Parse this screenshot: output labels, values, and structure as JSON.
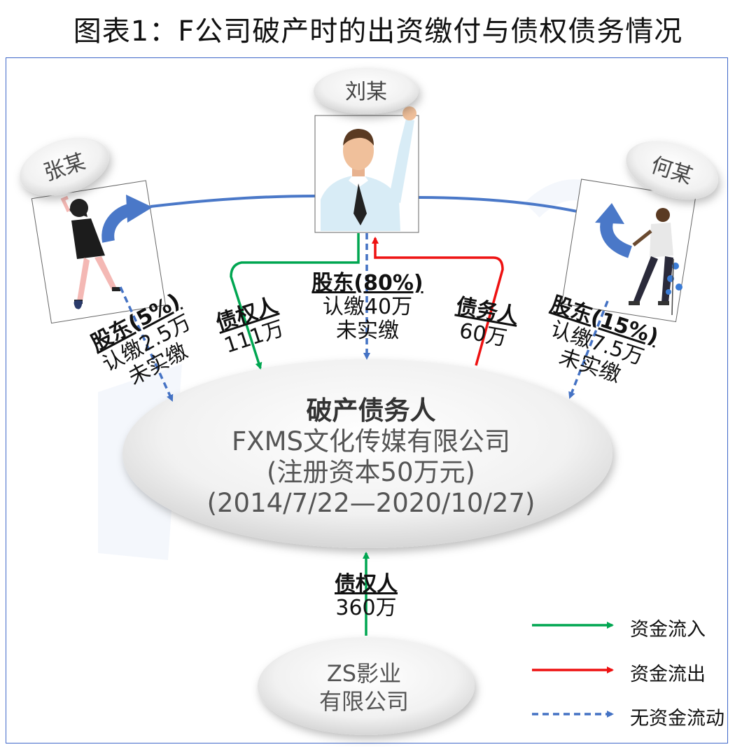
{
  "title": "图表1：F公司破产时的出资缴付与债权债务情况",
  "persons": {
    "liu": "刘某",
    "zhang": "张某",
    "he": "何某"
  },
  "labels": {
    "zhang": {
      "role": "股东(5%)",
      "line1": "认缴2.5万",
      "line2": "未实缴"
    },
    "liu_shareholder": {
      "role": "股东(80%)",
      "line1": "认缴40万",
      "line2": "未实缴"
    },
    "he": {
      "role": "股东(15%)",
      "line1": "认缴7.5万",
      "line2": "未实缴"
    },
    "liu_creditor": {
      "role": "债权人",
      "amount": "111万"
    },
    "liu_debtor": {
      "role": "债务人",
      "amount": "60万"
    },
    "zs_creditor": {
      "role": "债权人",
      "amount": "360万"
    }
  },
  "center": {
    "line1": "破产债务人",
    "line2": "FXMS文化传媒有限公司",
    "line3": "(注册资本50万元)",
    "line4": "(2014/7/22—2020/10/27)"
  },
  "zs": {
    "line1": "ZS影业",
    "line2": "有限公司"
  },
  "legend": {
    "inflow": "资金流入",
    "outflow": "资金流出",
    "none": "无资金流动"
  },
  "colors": {
    "inflow": "#00a651",
    "outflow": "#ee1111",
    "none": "#4472c4",
    "frame": "#3f67c8",
    "curve_arrow": "#4a78c8"
  },
  "icons": [
    "person-liu-illustration",
    "person-zhang-illustration",
    "person-he-illustration"
  ]
}
